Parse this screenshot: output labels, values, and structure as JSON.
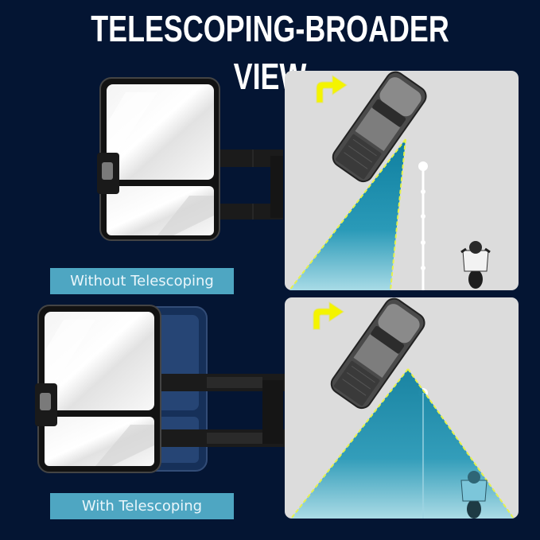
{
  "header": {
    "title": "TELESCOPING-BROADER VIEW"
  },
  "comparisons": [
    {
      "label": "Without Telescoping",
      "view": "narrow",
      "icons": [
        "tow-mirror-retracted",
        "turn-right-arrow",
        "pickup-truck-top-view",
        "blind-spot-cone",
        "lane-divider",
        "motorcyclist"
      ]
    },
    {
      "label": "With Telescoping",
      "view": "wide",
      "icons": [
        "tow-mirror-extended",
        "turn-right-arrow",
        "pickup-truck-top-view",
        "wide-view-cone",
        "lane-divider",
        "motorcyclist"
      ]
    }
  ],
  "colors": {
    "background": "#041533",
    "label_bg": "#4ea6c2",
    "label_text": "#eaf6fb",
    "panel_bg": "#dcdcdc",
    "arrow_yellow": "#f4f400",
    "cone_teal": "#1a8fae",
    "cone_border": "#e6f24a"
  }
}
